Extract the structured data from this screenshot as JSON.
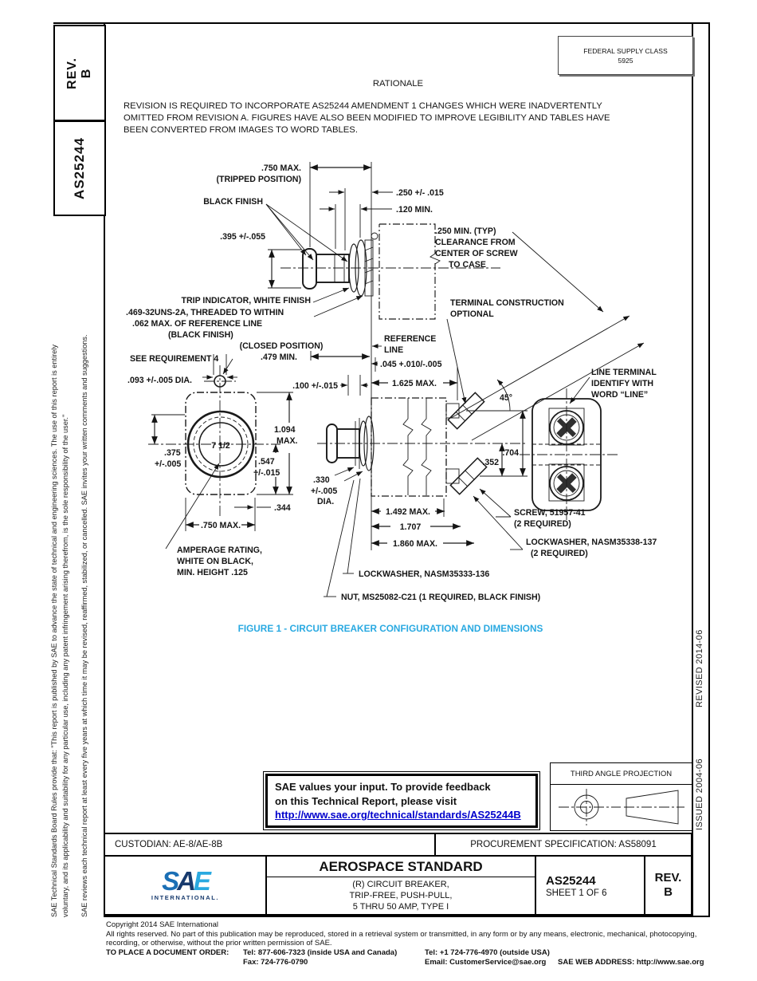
{
  "page": {
    "rev_label_1": "REV.",
    "rev_label_2": "B",
    "doc_number_side": "AS25244",
    "fsc_line1": "FEDERAL SUPPLY CLASS",
    "fsc_line2": "5925",
    "rationale_title": "RATIONALE",
    "rationale_lines": [
      "REVISION IS REQUIRED TO INCORPORATE AS25244 AMENDMENT 1 CHANGES WHICH WERE INADVERTENTLY",
      "OMITTED FROM REVISION A.  FIGURES HAVE ALSO BEEN MODIFIED TO IMPROVE LEGIBILITY AND TABLES HAVE",
      "BEEN CONVERTED FROM IMAGES TO WORD TABLES."
    ]
  },
  "sidebar_left": {
    "col1": "SAE Technical Standards Board Rules provide that: \"This report is published by SAE to advance the state of technical and engineering sciences. The use of this report is entirely",
    "col2": "voluntary, and its applicability and suitability for any particular use, including any patent infringement arising therefrom, is the sole responsibility of the user.\"",
    "col3": "SAE reviews each technical report at least every five years at which time it may be revised, reaffirmed, stabilized, or cancelled. SAE invites your written comments and suggestions."
  },
  "sidebar_right": {
    "issued": "ISSUED 2004-06",
    "revised": "REVISED 2014-06"
  },
  "figure": {
    "caption": "FIGURE 1 - CIRCUIT BREAKER CONFIGURATION AND DIMENSIONS",
    "caption_color": "#29a9e1",
    "labels": {
      "tripped_1": ".750 MAX.",
      "tripped_2": "(TRIPPED POSITION)",
      "black_finish": "BLACK FINISH",
      "d250": ".250 +/- .015",
      "d120": ".120 MIN.",
      "d395": ".395 +/-.055",
      "clr_1": ".250 MIN. (TYP)",
      "clr_2": "CLEARANCE FROM",
      "clr_3": "CENTER OF SCREW",
      "clr_4": "TO CASE",
      "trip_ind": "TRIP INDICATOR, WHITE FINISH",
      "thr_1": ".469-32UNS-2A, THREADED TO WITHIN",
      "thr_2": ".062 MAX. OF REFERENCE LINE",
      "thr_3": "(BLACK FINISH)",
      "term_1": "TERMINAL CONSTRUCTION",
      "term_2": "OPTIONAL",
      "closed_1": "(CLOSED POSITION)",
      "closed_2": ".479 MIN.",
      "ref_1": "REFERENCE",
      "ref_2": "LINE",
      "seereq": "SEE REQUIREMENT 4",
      "d045": ".045 +.010/-.005",
      "d093": ".093 +/-.005 DIA.",
      "d100": ".100 +/-.015",
      "d1625": "1.625 MAX.",
      "lt_1": "LINE TERMINAL",
      "lt_2": "IDENTIFY WITH",
      "lt_3": "WORD “LINE”",
      "a45": "45°",
      "d1094_1": "1.094",
      "d1094_2": "MAX.",
      "amp_circle": "7 1/2",
      "d704": ".704",
      "d352": ".352",
      "d375_1": ".375",
      "d375_2": "+/-.005",
      "d547_1": ".547",
      "d547_2": "+/-.015",
      "d330_1": ".330",
      "d330_2": "+/-.005",
      "d330_3": "DIA.",
      "d344": ".344",
      "d1492": "1.492 MAX.",
      "d750b": ".750 MAX.",
      "screw_1": "SCREW, 51957-41",
      "screw_2": "(2 REQUIRED)",
      "d1707": "1.707",
      "d1860": "1.860 MAX.",
      "amp_1": "AMPERAGE RATING,",
      "amp_2": "WHITE ON BLACK,",
      "amp_3": "MIN. HEIGHT .125",
      "lw2_1": "LOCKWASHER, NASM35338-137",
      "lw2_2": "(2 REQUIRED)",
      "lw1": "LOCKWASHER, NASM35333-136",
      "nut": "NUT, MS25082-C21 (1 REQUIRED, BLACK FINISH)"
    }
  },
  "feedback_box": {
    "line1": "SAE values your input. To provide feedback",
    "line2": "on this Technical Report, please visit",
    "link": "http://www.sae.org/technical/standards/AS25244B",
    "link_color": "#0000cc"
  },
  "projection": {
    "title": "THIRD ANGLE PROJECTION"
  },
  "custodian_row": {
    "custodian": "CUSTODIAN: AE-8/AE-8B",
    "procurement": "PROCUREMENT SPECIFICATION: AS58091"
  },
  "title_block": {
    "logo_s": "S",
    "logo_a": "A",
    "logo_e": "E",
    "logo_sub": "INTERNATIONAL.",
    "logo_color_s": "#1b6fb5",
    "logo_color_a": "#173a6d",
    "logo_color_e": "#2aa9e0",
    "title": "AEROSPACE STANDARD",
    "subtitle_lines": [
      "(R) CIRCUIT BREAKER,",
      "TRIP-FREE, PUSH-PULL,",
      "5 THRU 50 AMP, TYPE I"
    ],
    "doc_number": "AS25244",
    "sheet": "SHEET 1 OF 6",
    "rev_label": "REV.",
    "rev_value": "B"
  },
  "footer": {
    "copyright": "Copyright 2014 SAE International",
    "rights_1": "All rights reserved. No part of this publication may be reproduced, stored in a retrieval system or transmitted, in any form or by any means, electronic, mechanical, photocopying,",
    "rights_2": "recording, or otherwise, without the prior written permission of SAE.",
    "order_label": "TO PLACE A DOCUMENT ORDER:",
    "tel_inside": "Tel: 877-606-7323 (inside USA and Canada)",
    "tel_outside": "Tel: +1 724-776-4970 (outside USA)",
    "fax": "Fax: 724-776-0790",
    "email": "Email: CustomerService@sae.org",
    "web": "SAE WEB ADDRESS: http://www.sae.org"
  }
}
